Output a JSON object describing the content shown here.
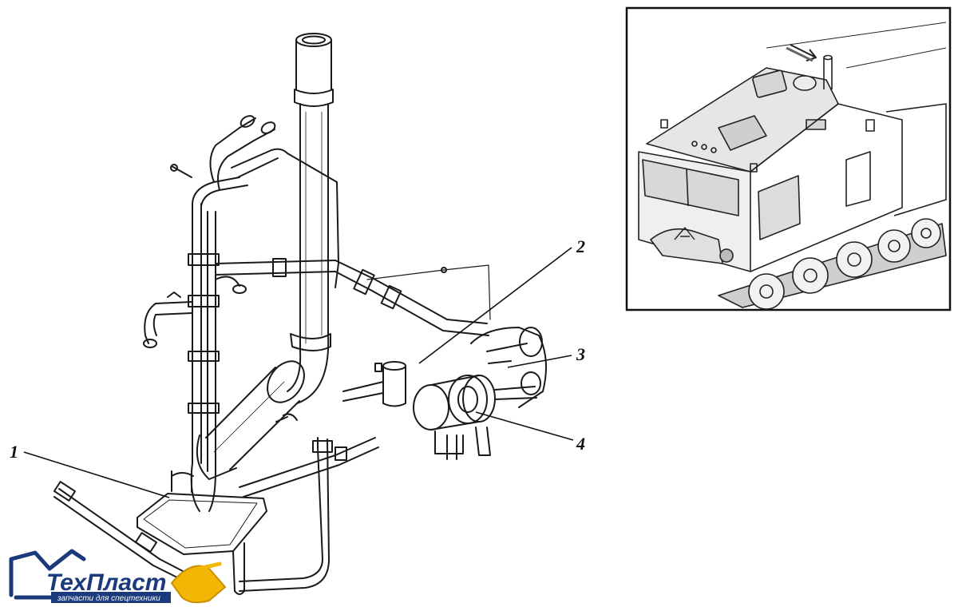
{
  "callouts": [
    {
      "id": "1",
      "label": "1"
    },
    {
      "id": "2",
      "label": "2"
    },
    {
      "id": "3",
      "label": "3"
    },
    {
      "id": "4",
      "label": "4"
    }
  ],
  "logo": {
    "brand": "ТехПласт",
    "tagline": "запчасти для спецтехники",
    "brand_color": "#1a3a7c",
    "accent_color": "#f2b705"
  },
  "icons": [
    "exhaust-pipe-assembly-illustration",
    "tracked-vehicle-inset-illustration",
    "excavator-logo-icon"
  ]
}
